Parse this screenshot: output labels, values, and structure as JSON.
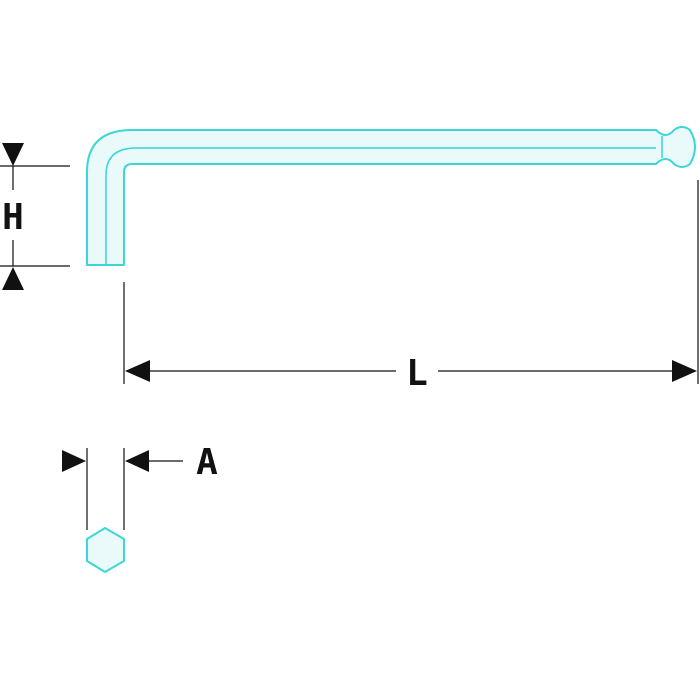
{
  "diagram": {
    "labels": {
      "height": "H",
      "length": "L",
      "across_flats": "A"
    },
    "colors": {
      "background": "#ffffff",
      "outline": "#3dd6d6",
      "fill": "#eafafa",
      "dimension": "#111111"
    }
  }
}
